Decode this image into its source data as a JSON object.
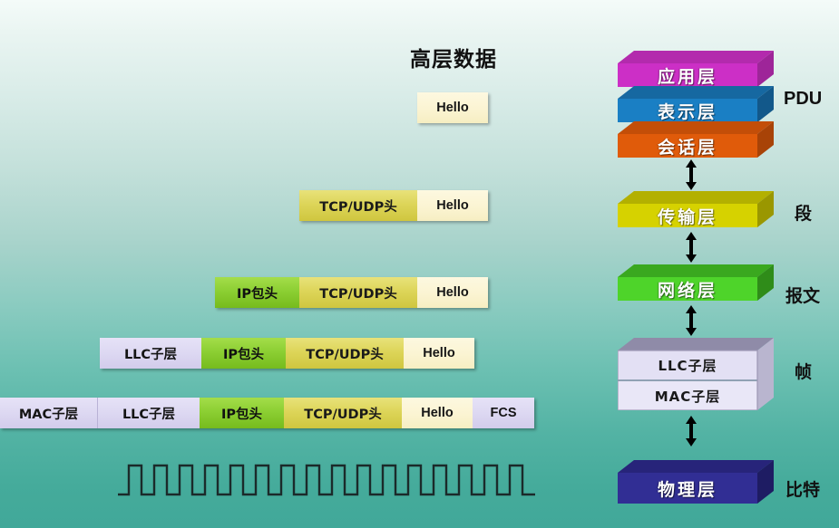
{
  "diagram": {
    "title": "高层数据",
    "background": {
      "top_color": "#f4fbf9",
      "bottom_color": "#41a899"
    }
  },
  "encapsulation_rows": [
    {
      "id": "application-data",
      "segments": [
        {
          "name": "hello",
          "label": "Hello",
          "color": "#fbf4d2",
          "width": 78
        }
      ]
    },
    {
      "id": "transport-segment",
      "segments": [
        {
          "name": "tcp-udp-header",
          "label": "TCP/UDP头",
          "color": "#ddd559",
          "width": 130
        },
        {
          "name": "hello",
          "label": "Hello",
          "color": "#fbf4d2",
          "width": 78
        }
      ]
    },
    {
      "id": "network-packet",
      "segments": [
        {
          "name": "ip-header",
          "label": "IP包头",
          "color": "#8ccf33",
          "width": 93
        },
        {
          "name": "tcp-udp-header",
          "label": "TCP/UDP头",
          "color": "#ddd559",
          "width": 130
        },
        {
          "name": "hello",
          "label": "Hello",
          "color": "#fbf4d2",
          "width": 78
        }
      ]
    },
    {
      "id": "llc-frame",
      "segments": [
        {
          "name": "llc-sublayer",
          "label": "LLC子层",
          "color": "#ddd8f2",
          "width": 112
        },
        {
          "name": "ip-header",
          "label": "IP包头",
          "color": "#8ccf33",
          "width": 93
        },
        {
          "name": "tcp-udp-header",
          "label": "TCP/UDP头",
          "color": "#ddd559",
          "width": 130
        },
        {
          "name": "hello",
          "label": "Hello",
          "color": "#fbf4d2",
          "width": 78
        }
      ]
    },
    {
      "id": "mac-frame",
      "segments": [
        {
          "name": "mac-sublayer",
          "label": "MAC子层",
          "color": "#ddd8f2",
          "width": 108
        },
        {
          "name": "llc-sublayer",
          "label": "LLC子层",
          "color": "#ddd8f2",
          "width": 112
        },
        {
          "name": "ip-header",
          "label": "IP包头",
          "color": "#8ccf33",
          "width": 93
        },
        {
          "name": "tcp-udp-header",
          "label": "TCP/UDP头",
          "color": "#ddd559",
          "width": 130
        },
        {
          "name": "hello",
          "label": "Hello",
          "color": "#fbf4d2",
          "width": 78
        },
        {
          "name": "fcs",
          "label": "FCS",
          "color": "#ddd8f2",
          "width": 68
        }
      ]
    }
  ],
  "osi_stack": {
    "layers": [
      {
        "name": "application-layer",
        "label": "应用层",
        "color": "#cc2fc6",
        "top_color": "#b32aad",
        "side_color": "#9e2599"
      },
      {
        "name": "presentation-layer",
        "label": "表示层",
        "color": "#1a7fc4",
        "top_color": "#1668a1",
        "side_color": "#12588a"
      },
      {
        "name": "session-layer",
        "label": "会话层",
        "color": "#e05b0a",
        "top_color": "#c34e08",
        "side_color": "#a84307"
      },
      {
        "name": "transport-layer",
        "label": "传输层",
        "color": "#d6d200",
        "top_color": "#b3b000",
        "side_color": "#9a9700"
      },
      {
        "name": "network-layer",
        "label": "网络层",
        "color": "#4ed42a",
        "top_color": "#3aa81f",
        "side_color": "#2f8c19"
      },
      {
        "name": "llc-sublayer",
        "label": "LLC子层",
        "color": "#e3e0f4",
        "top_color": "#8f8ba8",
        "side_color": "#b9b5cf"
      },
      {
        "name": "mac-sublayer",
        "label": "MAC子层",
        "color": "#e9e7f7",
        "top_color": "#8f8ba8",
        "side_color": "#b9b5cf"
      },
      {
        "name": "physical-layer",
        "label": "物理层",
        "color": "#312e94",
        "top_color": "#27247a",
        "side_color": "#1e1c63"
      }
    ],
    "pdu_labels": [
      {
        "name": "pdu-label-pdu",
        "label": "PDU"
      },
      {
        "name": "pdu-label-segment",
        "label": "段"
      },
      {
        "name": "pdu-label-packet",
        "label": "报文"
      },
      {
        "name": "pdu-label-frame",
        "label": "帧"
      },
      {
        "name": "pdu-label-bit",
        "label": "比特"
      }
    ]
  },
  "waveform": {
    "name": "bit-stream-waveform",
    "pulses": 15,
    "stroke_color": "#1b2a2a"
  }
}
